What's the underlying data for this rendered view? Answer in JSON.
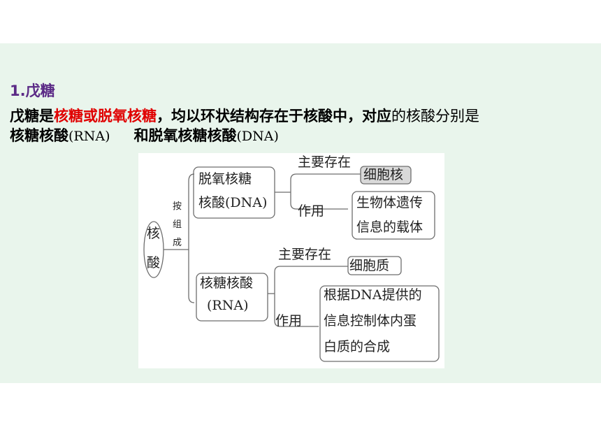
{
  "heading": "1.戊糖",
  "paragraph": {
    "part1": "戊糖是",
    "part2_red": "核糖或脱氧核糖",
    "part3": "，均以环状结构存在于核酸中，对应",
    "part4_light": "的核酸分别是",
    "line2_a": "核糖核酸",
    "line2_b": "(RNA)",
    "line2_c": "和脱氧核糖核酸",
    "line2_d": "(DNA)"
  },
  "diagram": {
    "root": [
      "核",
      "酸"
    ],
    "by_composition": [
      "按",
      "组",
      "成"
    ],
    "dna": {
      "name_line1": "脱氧核糖",
      "name_line2": "核酸(DNA)",
      "location_label": "主要存在",
      "location": "细胞核",
      "function_label": "作用",
      "function_line1": "生物体遗传",
      "function_line2": "信息的载体"
    },
    "rna": {
      "name_line1": "核糖核酸",
      "name_line2": "(RNA)",
      "location_label": "主要存在",
      "location": "细胞质",
      "function_label": "作用",
      "function_line1": "根据DNA提供的",
      "function_line2": "信息控制体内蛋",
      "function_line3": "白质的合成"
    }
  }
}
